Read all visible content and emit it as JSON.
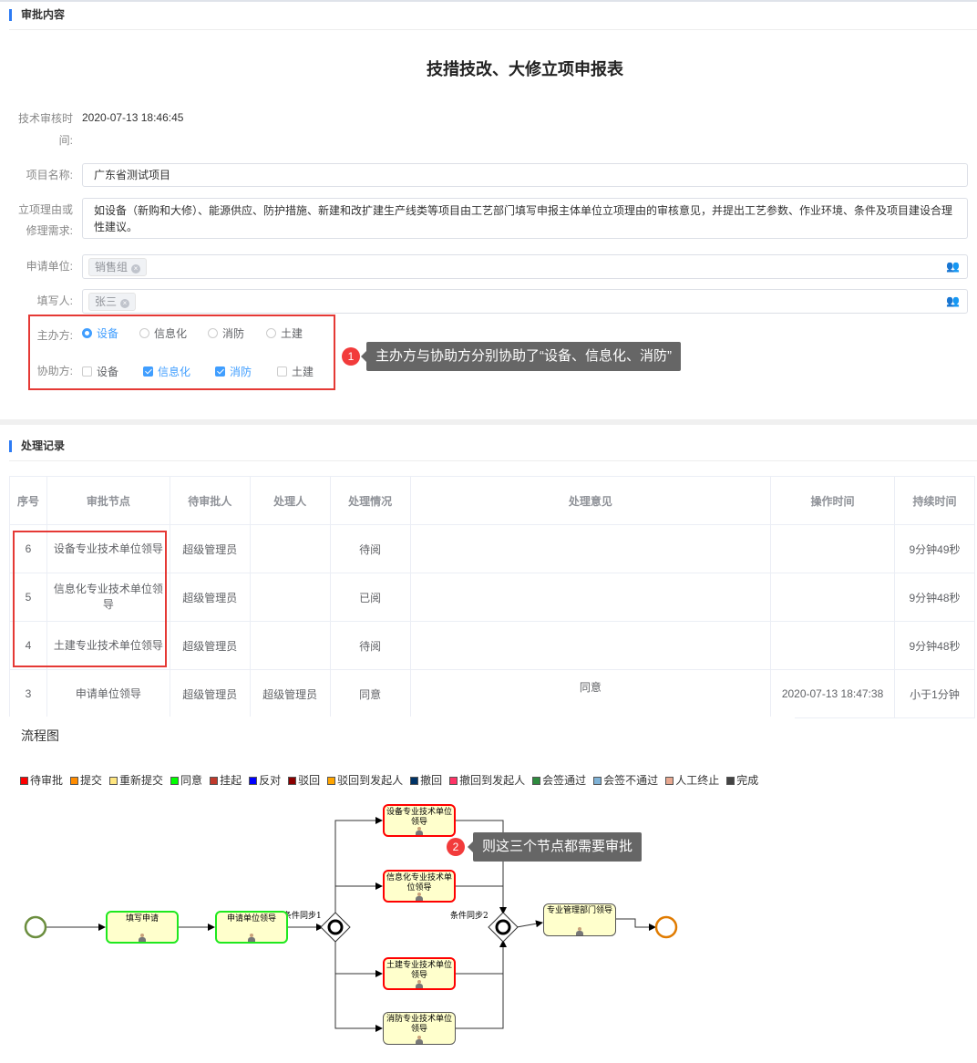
{
  "approval": {
    "section_title": "审批内容",
    "form_title": "技措技改、大修立项申报表",
    "review_time_label": "技术审核时间:",
    "review_time": "2020-07-13 18:46:45",
    "project_label": "项目名称:",
    "project": "广东省测试项目",
    "reason_label": "立项理由或修理需求:",
    "reason": "如设备（新购和大修）、能源供应、防护措施、新建和改扩建生产线类等项目由工艺部门填写申报主体单位立项理由的审核意见，并提出工艺参数、作业环境、条件及项目建设合理性建议。",
    "unit_label": "申请单位:",
    "unit_tag": "销售组",
    "writer_label": "填写人:",
    "writer_tag": "张三",
    "main_label": "主办方:",
    "main_options": [
      {
        "label": "设备",
        "checked": true
      },
      {
        "label": "信息化",
        "checked": false
      },
      {
        "label": "消防",
        "checked": false
      },
      {
        "label": "土建",
        "checked": false
      }
    ],
    "assist_label": "协助方:",
    "assist_options": [
      {
        "label": "设备",
        "checked": false
      },
      {
        "label": "信息化",
        "checked": true
      },
      {
        "label": "消防",
        "checked": true
      },
      {
        "label": "土建",
        "checked": false
      }
    ]
  },
  "annotations": [
    {
      "num": "1",
      "text": "主办方与协助方分别协助了“设备、信息化、消防”"
    },
    {
      "num": "2",
      "text": "则这三个节点都需要审批"
    }
  ],
  "records": {
    "section_title": "处理记录",
    "headers": [
      "序号",
      "审批节点",
      "待审批人",
      "处理人",
      "处理情况",
      "处理意见",
      "操作时间",
      "持续时间"
    ],
    "rows": [
      [
        "6",
        "设备专业技术单位领导",
        "超级管理员",
        "",
        "待阅",
        "",
        "",
        "9分钟49秒"
      ],
      [
        "5",
        "信息化专业技术单位领导",
        "超级管理员",
        "",
        "已阅",
        "",
        "",
        "9分钟48秒"
      ],
      [
        "4",
        "土建专业技术单位领导",
        "超级管理员",
        "",
        "待阅",
        "",
        "",
        "9分钟48秒"
      ],
      [
        "3",
        "申请单位领导",
        "超级管理员",
        "超级管理员",
        "同意",
        "同意",
        "2020-07-13 18:47:38",
        "小于1分钟"
      ]
    ]
  },
  "flow": {
    "title": "流程图",
    "legend": [
      {
        "label": "待审批",
        "color": "#ff0000"
      },
      {
        "label": "提交",
        "color": "#ff8c00"
      },
      {
        "label": "重新提交",
        "color": "#ffe680"
      },
      {
        "label": "同意",
        "color": "#00ff00"
      },
      {
        "label": "挂起",
        "color": "#c0392b"
      },
      {
        "label": "反对",
        "color": "#0000ff"
      },
      {
        "label": "驳回",
        "color": "#8b0000"
      },
      {
        "label": "驳回到发起人",
        "color": "#ffa500"
      },
      {
        "label": "撤回",
        "color": "#003366"
      },
      {
        "label": "撤回到发起人",
        "color": "#ff3366"
      },
      {
        "label": "会签通过",
        "color": "#2e8b3e"
      },
      {
        "label": "会签不通过",
        "color": "#7fb2d6"
      },
      {
        "label": "人工终止",
        "color": "#e8a890"
      },
      {
        "label": "完成",
        "color": "#444444"
      }
    ],
    "nodes": {
      "fill": "填写申请",
      "lead": "申请单位领导",
      "equip": "设备专业技术单位领导",
      "info": "信息化专业技术单位领导",
      "civil": "土建专业技术单位领导",
      "fire": "消防专业技术单位领导",
      "mgmt": "专业管理部门领导"
    },
    "gw1": "条件同步1",
    "gw2": "条件同步2"
  }
}
